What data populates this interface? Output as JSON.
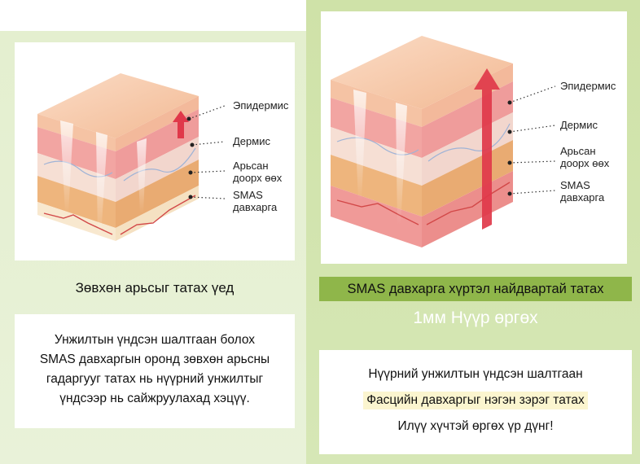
{
  "left": {
    "labels": {
      "epidermis": "Эпидермис",
      "dermis": "Дермис",
      "subcutaneous": "Арьсан\nдоорх өөх",
      "smas": "SMAS\nдавхарга"
    },
    "caption": "Зөвхөн арьсыг татах үед",
    "description": [
      "Унжилтын үндсэн шалтгаан болох",
      "SMAS давхаргын оронд зөвхөн арьсны",
      "гадаргууг татах нь нүүрний унжилтыг",
      "үндсээр нь сайжруулахад хэцүү."
    ]
  },
  "right": {
    "labels": {
      "epidermis": "Эпидермис",
      "dermis": "Дермис",
      "subcutaneous": "Арьсан\nдоорх өөх",
      "smas": "SMAS\nдавхарга"
    },
    "banner": "SMAS давхарга хүртэл найдвартай татах",
    "lift": "1мм Нүүр өргөх",
    "description": {
      "line1": "Нүүрний унжилтын үндсэн шалтгаан",
      "line2": "Фасцийн давхаргыг нэгэн зэрэг татах",
      "line3": "Илүү хүчтэй өргөх үр дүнг!"
    }
  },
  "colors": {
    "panel_bg_left": "#e4efcf",
    "panel_bg_right": "#cfe2a8",
    "banner": "#8fb64a",
    "highlight": "#fbf5cf",
    "arrow": "#e0384a",
    "epidermis": "#f6c6a8",
    "dermis": "#f3a7a7",
    "fat": "#f1c48e",
    "smas": "#f4e3c6"
  }
}
